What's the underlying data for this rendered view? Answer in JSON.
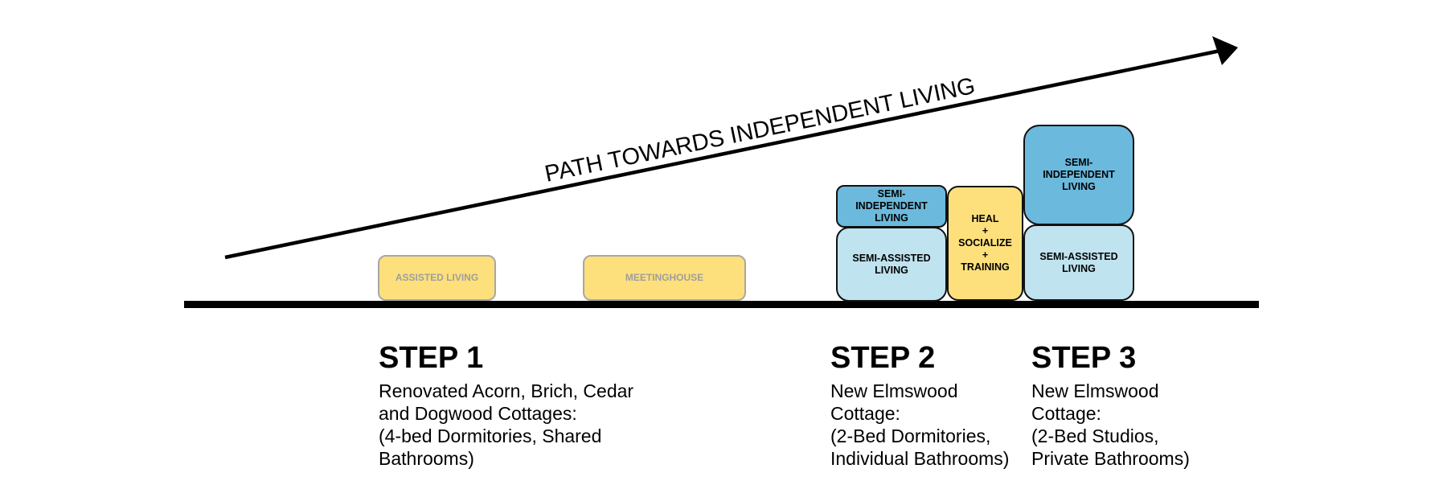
{
  "path_label": "PATH TOWARDS INDEPENDENT LIVING",
  "boxes": {
    "assisted_living": "ASSISTED LIVING",
    "meetinghouse": "MEETINGHOUSE",
    "step2_semi_independent": "SEMI-\nINDEPENDENT\nLIVING",
    "step2_semi_assisted": "SEMI-ASSISTED\nLIVING",
    "heal_socialize_training": "HEAL\n+\nSOCIALIZE\n+\nTRAINING",
    "step3_semi_independent": "SEMI-\nINDEPENDENT\nLIVING",
    "step3_semi_assisted": "SEMI-ASSISTED\nLIVING"
  },
  "steps": [
    {
      "title": "STEP 1",
      "description": "Renovated Acorn, Brich, Cedar\nand Dogwood Cottages:\n(4-bed Dormitories, Shared\nBathrooms)"
    },
    {
      "title": "STEP 2",
      "description": "New Elmswood\nCottage:\n(2-Bed Dormitories,\nIndividual Bathrooms)"
    },
    {
      "title": "STEP 3",
      "description": "New Elmswood\nCottage:\n(2-Bed Studios,\nPrivate Bathrooms)"
    }
  ],
  "colors": {
    "yellow": "#fde07c",
    "blue": "#6bb9dc",
    "light_blue": "#bfe3ef",
    "muted_text": "#9e9e9e"
  }
}
